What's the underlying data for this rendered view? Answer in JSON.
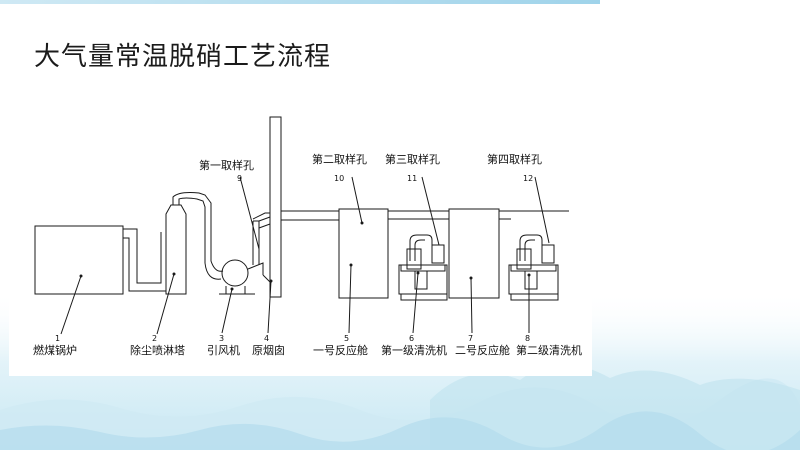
{
  "slide": {
    "title": "大气量常温脱硝工艺流程"
  },
  "diagram": {
    "sampling_ports": [
      {
        "label": "第一取样孔",
        "number": "9"
      },
      {
        "label": "第二取样孔",
        "number": "10"
      },
      {
        "label": "第三取样孔",
        "number": "11"
      },
      {
        "label": "第四取样孔",
        "number": "12"
      }
    ],
    "equipment": [
      {
        "number": "1",
        "label": "燃煤锅炉"
      },
      {
        "number": "2",
        "label": "除尘喷淋塔"
      },
      {
        "number": "3",
        "label": "引风机"
      },
      {
        "number": "4",
        "label": "原烟囱"
      },
      {
        "number": "5",
        "label": "一号反应舱"
      },
      {
        "number": "6",
        "label": "第一级清洗机"
      },
      {
        "number": "7",
        "label": "二号反应舱"
      },
      {
        "number": "8",
        "label": "第二级清洗机"
      }
    ]
  },
  "colors": {
    "background_wave": "#dff1f8",
    "line": "#1a1a1a"
  }
}
